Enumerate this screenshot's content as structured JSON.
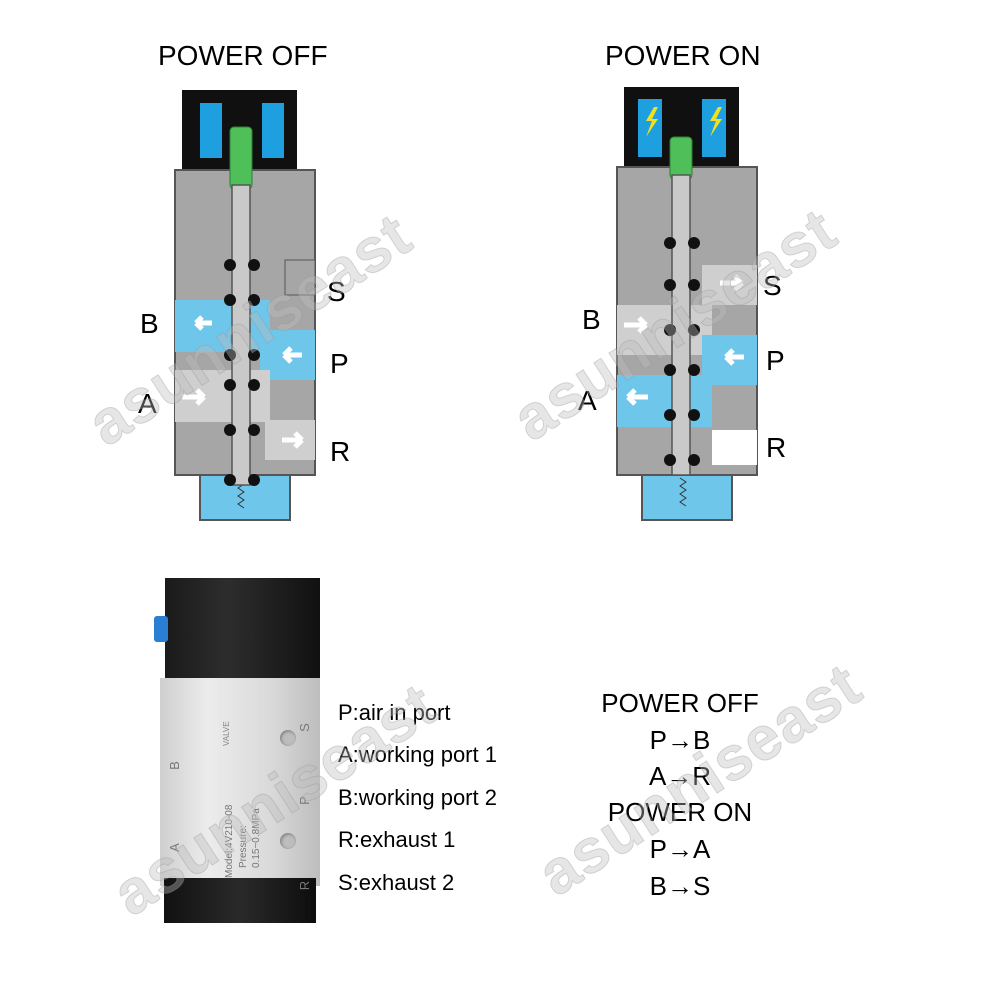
{
  "diagram": {
    "off": {
      "title": "POWER OFF",
      "ports": {
        "S": "S",
        "B": "B",
        "P": "P",
        "A": "A",
        "R": "R"
      }
    },
    "on": {
      "title": "POWER ON",
      "ports": {
        "S": "S",
        "B": "B",
        "P": "P",
        "A": "A",
        "R": "R"
      }
    }
  },
  "photo": {
    "side_letters": {
      "S": "S",
      "P": "P",
      "R": "R",
      "B": "B",
      "A": "A"
    },
    "label_valve": "VALVE",
    "label_model": "Model:4V210-08",
    "label_pressure": "Pressure:",
    "label_pressure_value": "0.15~0.8MPa"
  },
  "legend": [
    "P:air in port",
    "A:working port 1",
    "B:working port 2",
    "R:exhaust 1",
    "S:exhaust 2"
  ],
  "summary": [
    "POWER OFF",
    "P→B",
    "A→R",
    "POWER ON",
    "P→A",
    "B→S"
  ],
  "watermark": "asunniseast",
  "colors": {
    "body_gray": "#a6a6a6",
    "outline": "#555555",
    "flow_blue": "#6ec6ea",
    "coil_black": "#101010",
    "coil_blue": "#1e9fe0",
    "lightning": "#f0e020",
    "plunger_green": "#4fbf5a"
  }
}
